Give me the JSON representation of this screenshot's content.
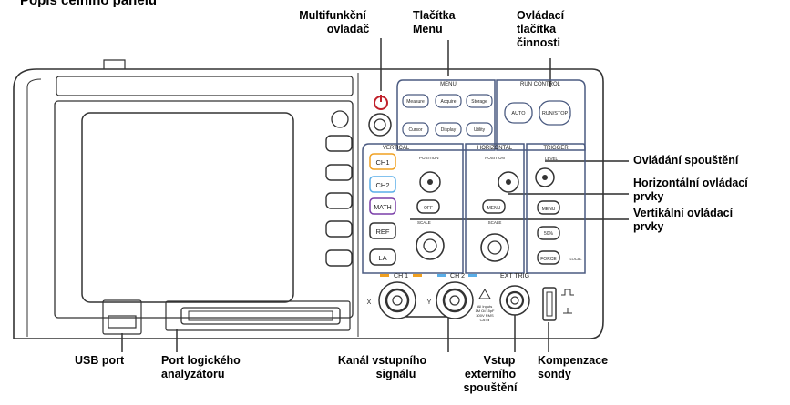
{
  "title": "Popis čelního panelu",
  "callouts": {
    "multifunction": [
      "Multifunkční",
      "ovladač"
    ],
    "menu_buttons": [
      "Tlačítka",
      "Menu"
    ],
    "run_buttons": [
      "Ovládací",
      "tlačítka",
      "činnosti"
    ],
    "trigger": [
      "Ovládání spouštění"
    ],
    "horizontal": [
      "Horizontální ovládací",
      "prvky"
    ],
    "vertical": [
      "Vertikální ovládací",
      "prvky"
    ],
    "usb": [
      "USB port"
    ],
    "logic": [
      "Port logického",
      "analyzátoru"
    ],
    "inputs": [
      "Kanál vstupního",
      "signálu"
    ],
    "ext": [
      "Vstup",
      "externího",
      "spouštění"
    ],
    "probe": [
      "Kompenzace",
      "sondy"
    ]
  },
  "panel": {
    "menu_header": "MENU",
    "run_header": "RUN CONTROL",
    "menu_buttons": [
      "Measure",
      "Acquire",
      "Storage",
      "Cursor",
      "Display",
      "Utility"
    ],
    "run_buttons": [
      "AUTO",
      "RUN/STOP"
    ],
    "vertical_header": "VERTICAL",
    "horizontal_header": "HORIZONTAL",
    "trigger_header": "TRIGGER",
    "channel_buttons": [
      "CH1",
      "CH2",
      "MATH",
      "REF",
      "LA"
    ],
    "position_label": "POSITION",
    "scale_label": "SCALE",
    "level_label": "LEVEL",
    "off_button": "OFF",
    "h_menu_button": "MENU",
    "t_menu_buttons": [
      "MENU",
      "50%",
      "FORCE"
    ],
    "force_sub": "LOCAL",
    "ch1_label": "CH 1",
    "ch2_label": "CH 2",
    "ext_label": "EXT TRIG",
    "x_label": "X",
    "y_label": "Y",
    "warning_text": [
      "All Inputs",
      "1M Ω//15pF",
      "300V RMS",
      "CAT Ⅱ"
    ],
    "colors": {
      "ch1": "#f0a020",
      "ch2": "#5aaee8",
      "math": "#7a3ea8",
      "panel_lines": "#4a5a80"
    }
  }
}
